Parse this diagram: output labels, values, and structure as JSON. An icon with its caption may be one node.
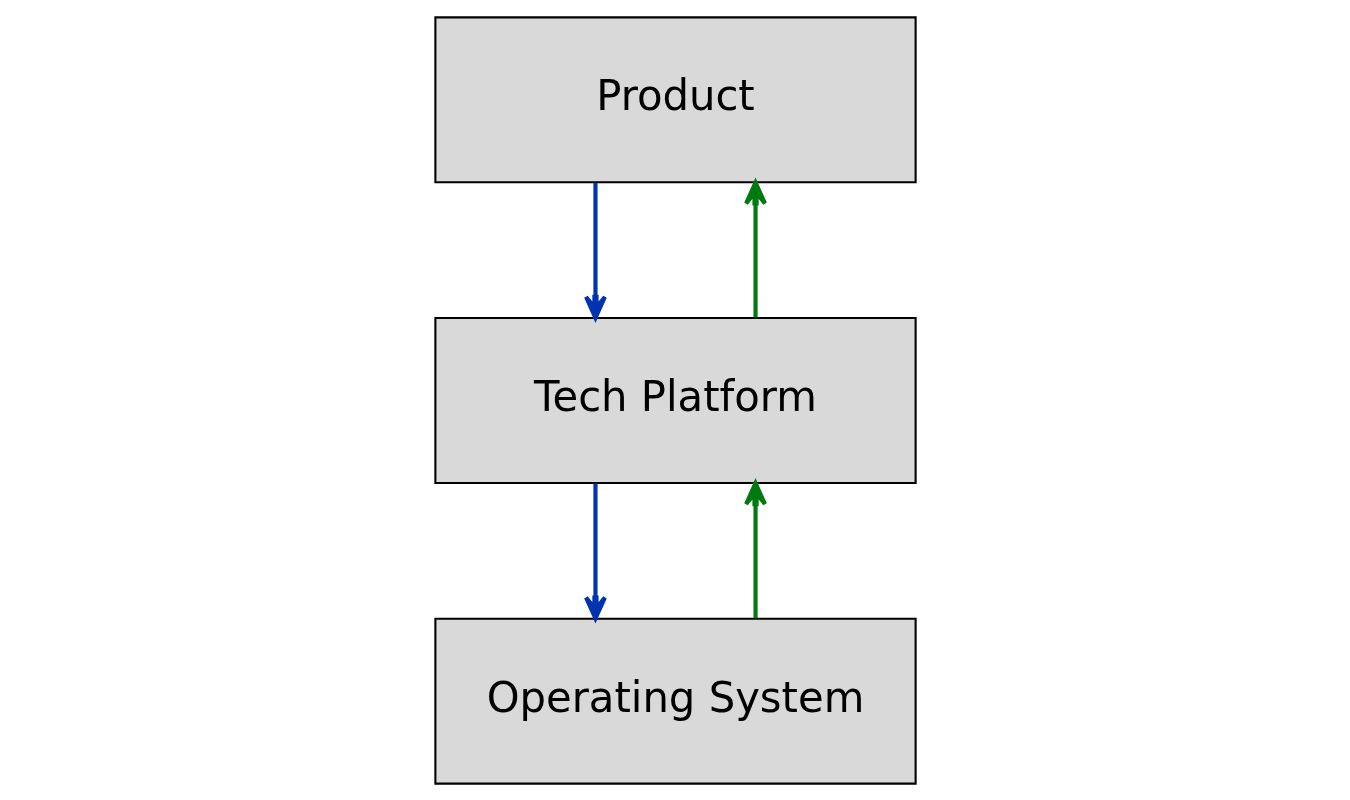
{
  "diagram": {
    "nodes": [
      {
        "text": [
          "Product"
        ]
      },
      {
        "text": [
          "Tech Platform"
        ]
      },
      {
        "text": [
          "Operating System"
        ]
      }
    ],
    "edges": [
      {
        "from": 0,
        "to": 1,
        "arrow": "to",
        "color": "#0033b0"
      },
      {
        "from": 1,
        "to": 0,
        "arrow": "to",
        "color": "#007a10"
      },
      {
        "from": 1,
        "to": 2,
        "arrow": "to",
        "color": "#0033b0"
      },
      {
        "from": 2,
        "to": 1,
        "arrow": "to",
        "color": "#007a10"
      }
    ]
  }
}
